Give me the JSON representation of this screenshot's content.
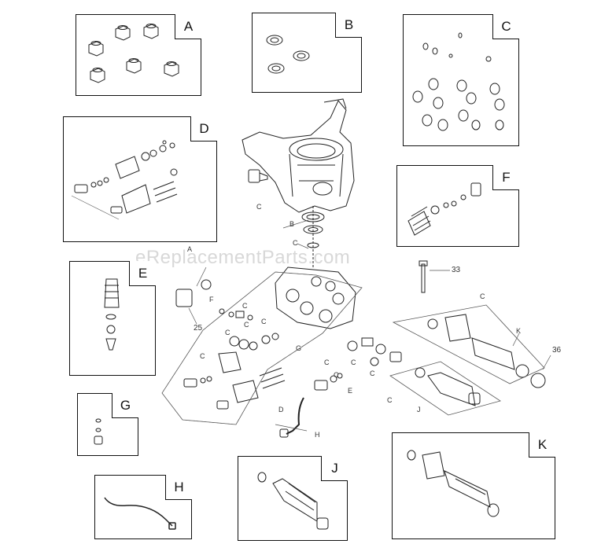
{
  "kits": [
    {
      "id": "A",
      "label": "A"
    },
    {
      "id": "B",
      "label": "B"
    },
    {
      "id": "C",
      "label": "C"
    },
    {
      "id": "D",
      "label": "D"
    },
    {
      "id": "E",
      "label": "E"
    },
    {
      "id": "F",
      "label": "F"
    },
    {
      "id": "G",
      "label": "G"
    },
    {
      "id": "H",
      "label": "H"
    },
    {
      "id": "J",
      "label": "J"
    },
    {
      "id": "K",
      "label": "K"
    }
  ],
  "callouts": {
    "c1": "C",
    "b1": "B",
    "c2": "C",
    "a1": "A",
    "n33": "33",
    "n25": "25",
    "f1": "F",
    "c3": "C",
    "c4": "C",
    "c5": "C",
    "c6": "C",
    "c7": "C",
    "g1": "G",
    "c8": "C",
    "c9": "C",
    "k1": "K",
    "n36": "36",
    "c10": "C",
    "c11": "C",
    "c12": "C",
    "e1": "E",
    "d1": "D",
    "c13": "C",
    "j1": "J",
    "h1": "H"
  },
  "watermark": "eReplacementParts.com"
}
